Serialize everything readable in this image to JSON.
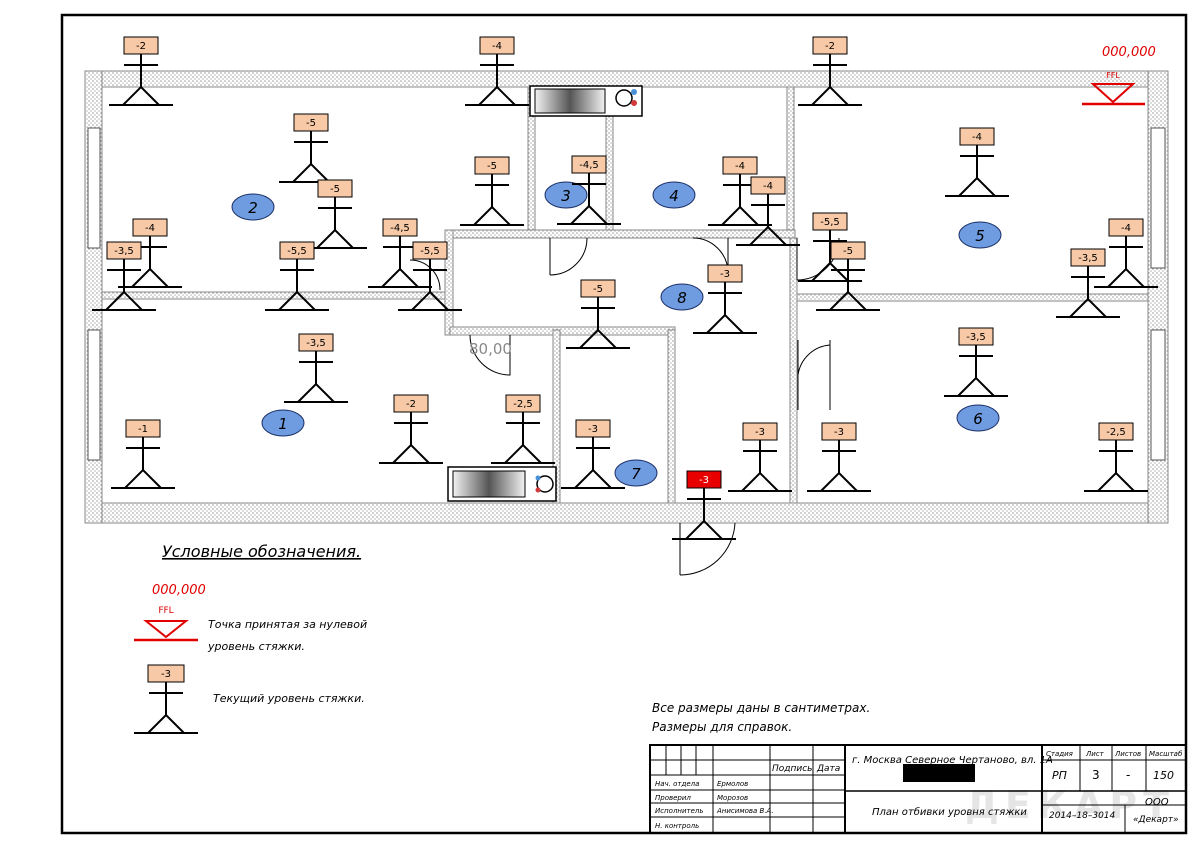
{
  "colors": {
    "label_fill": "#f7c9a6",
    "room_fill": "#6f9be0",
    "zero_red": "#e00000",
    "wall_dots": "#bdbdbd"
  },
  "zero_point": {
    "value": "000,000",
    "code": "FFL"
  },
  "door_dimension": "80,00",
  "rooms": [
    "1",
    "2",
    "3",
    "4",
    "5",
    "6",
    "7",
    "8"
  ],
  "levels": [
    "-2",
    "-4",
    "-2",
    "-5",
    "-4",
    "-4,5",
    "-5",
    "-4",
    "-5",
    "-4",
    "-4",
    "-5,5",
    "-4,5",
    "-5,5",
    "-5,5",
    "-5",
    "-3",
    "-5",
    "-4",
    "-3,5",
    "-3,5",
    "-3,5",
    "-3,5",
    "-2",
    "-2,5",
    "-1",
    "-3",
    "-3",
    "-3",
    "-2,5"
  ],
  "legend": {
    "title": "Условные обозначения.",
    "zero_value": "000,000",
    "zero_code": "FFL",
    "zero_text_line1": "Точка принятая за нулевой",
    "zero_text_line2": "уровень стяжки.",
    "current_value": "-3",
    "current_text": "Текущий уровень стяжки."
  },
  "notes": {
    "line1": "Все размеры даны в сантиметрах.",
    "line2": "Размеры для справок."
  },
  "title_block": {
    "address": "г. Москва Северное Чертаново, вл. 1А",
    "podpis": "Подпись",
    "data": "Дата",
    "roles": [
      {
        "role": "Нач. отдела",
        "name": "Ермолов"
      },
      {
        "role": "Проверил",
        "name": "Морозов"
      },
      {
        "role": "Исполнитель",
        "name": "Анисимова В.А."
      },
      {
        "role": "Н. контроль",
        "name": ""
      }
    ],
    "sheet_title": "План отбивки уровня стяжки",
    "years": "2014–18–3014",
    "org_line1": "ООО",
    "org_line2": "«Декарт»",
    "col_stage": "Стадия",
    "col_sheet": "Лист",
    "col_sheets": "Листов",
    "col_scale": "Масштаб",
    "stage": "РП",
    "sheet": "3",
    "sheets": "-",
    "scale": "150"
  },
  "watermark": "ДЕКАРТ"
}
